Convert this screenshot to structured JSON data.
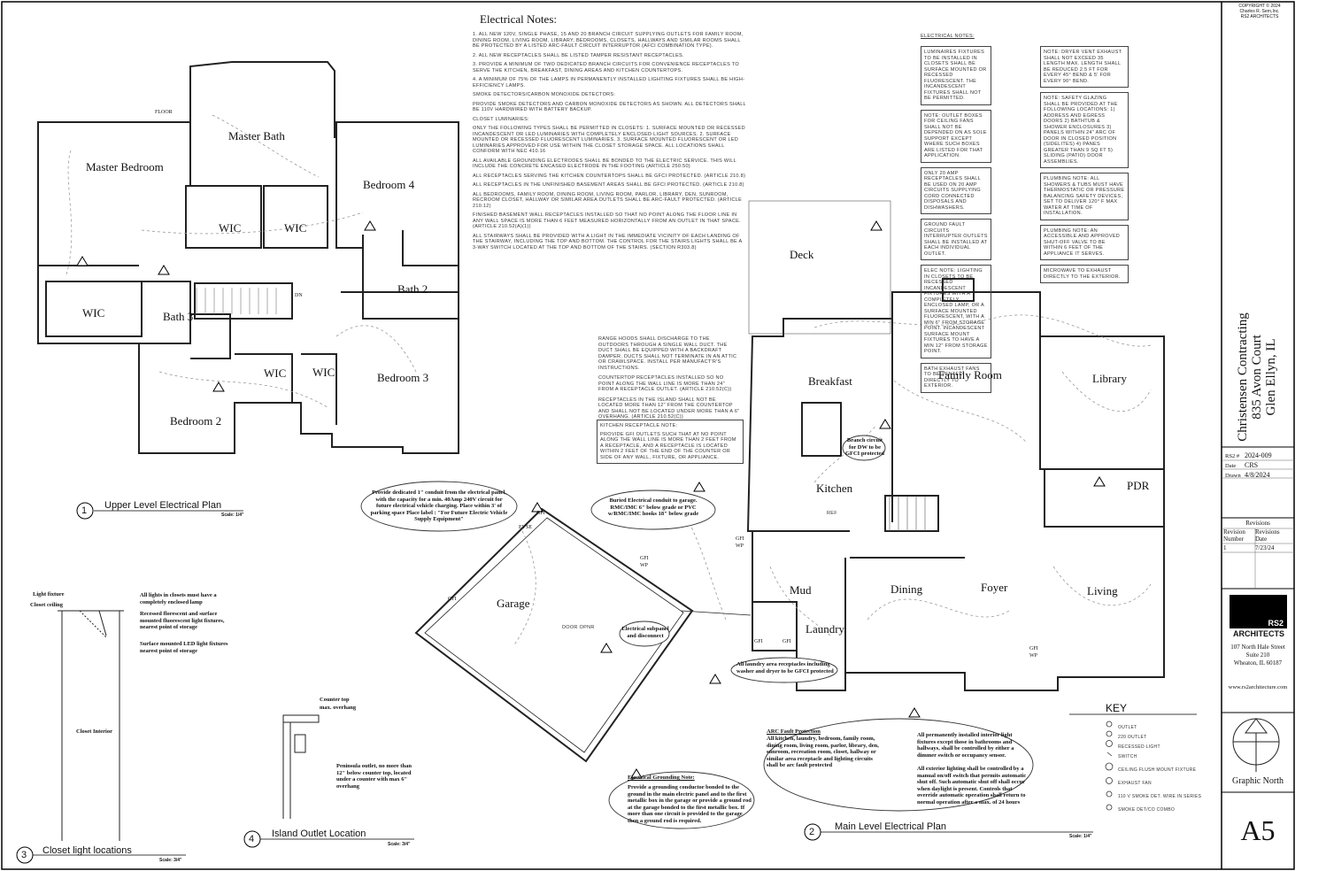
{
  "titleblock": {
    "copyright": [
      "COPYRIGHT © 2024",
      "Charles R. Sern,Inc.",
      "RS2 ARCHITECTS"
    ],
    "project_name": "Christensen Contracting",
    "address": "835 Avon Court",
    "city": "Glen Ellyn, IL",
    "job_label": "RS2 #",
    "job_no": "2024-009",
    "date_label": "Date",
    "date_val": "CRS",
    "drawn_label": "Drawn",
    "drawn_val": "4/8/2024",
    "revisions_title": "Revisions",
    "rev_col1": "Revision Number",
    "rev_col2": "Revisions Date",
    "rev_no": "1",
    "rev_date": "7/23/24",
    "logo_text": "RS2",
    "firm": "ARCHITECTS",
    "firm_addr": [
      "107 North Hale Street",
      "Suite 210",
      "Wheaton, IL 60187"
    ],
    "website": "www.rs2architecture.com",
    "north_label": "Graphic North",
    "sheet": "A5"
  },
  "upper_plan": {
    "rooms": [
      "Master Bath",
      "Master Bedroom",
      "Bedroom 4",
      "WIC",
      "WIC",
      "Bath 2",
      "WIC",
      "Bath 3",
      "WIC",
      "WIC",
      "Bedroom 3",
      "Bedroom 2"
    ],
    "title_no": "1",
    "title": "Upper Level Electrical Plan",
    "scale": "Scale: 1/4\"",
    "floor_label": "FLOOR",
    "dn": "DN"
  },
  "main_plan": {
    "rooms": [
      "Deck",
      "Breakfast",
      "Family Room",
      "Library",
      "Kitchen",
      "PDR",
      "Mud",
      "Dining",
      "Foyer",
      "Living",
      "Laundry",
      "Garage"
    ],
    "title_no": "2",
    "title": "Main Level Electrical Plan",
    "scale": "Scale: 1/4\""
  },
  "closet_detail": {
    "no": "3",
    "title": "Closet light locations",
    "scale": "Scale: 3/4\"",
    "labels": [
      "Light fixture",
      "Closet ceiling",
      "All lights in closets must have a completely enclosed lamp",
      "Recessed florescent and surface mounted fluorescent light fixtures, nearest point of storage",
      "Surface mounted LED light fixtures nearest point of storage",
      "Closet Interior"
    ]
  },
  "island_detail": {
    "no": "4",
    "title": "Island Outlet Location",
    "scale": "Scale: 3/4\"",
    "labels": [
      "Counter top",
      "max. overhang",
      "Peninsula outlet, no more than 12\" below counter top, located under a counter with max 6\" overhang"
    ]
  },
  "electrical_notes": {
    "title": "Electrical Notes:",
    "items": [
      "1. ALL NEW 120V, SINGLE PHASE, 15 AND 20 BRANCH CIRCUIT SUPPLYING OUTLETS FOR FAMILY ROOM, DINING ROOM, LIVING ROOM, LIBRARY, BEDROOMS, CLOSETS, HALLWAYS AND SIMILAR ROOMS SHALL BE PROTECTED BY A LISTED ARC-FAULT CIRCUIT INTERRUPTOR (AFCI COMBINATION TYPE).",
      "2. ALL NEW RECEPTACLES SHALL BE LISTED TAMPER RESISTANT RECEPTACLES.",
      "3. PROVIDE A MINIMUM OF TWO DEDICATED BRANCH CIRCUITS FOR CONVENIENCE RECEPTACLES TO SERVE THE KITCHEN, BREAKFAST, DINING AREAS AND KITCHEN COUNTERTOPS.",
      "4. A MINIMUM OF 75% OF THE LAMPS IN PERMANENTLY INSTALLED LIGHTING FIXTURES SHALL BE HIGH-EFFICIENCY LAMPS.",
      "SMOKE DETECTORS/CARBON MONOXIDE DETECTORS:",
      "PROVIDE SMOKE DETECTORS AND CARBON MONOXIDE DETECTORS AS SHOWN. ALL DETECTORS SHALL BE 110V HARDWIRED WITH BATTERY BACKUP.",
      "CLOSET LUMINARIES:",
      "ONLY THE FOLLOWING TYPES SHALL BE PERMITTED IN CLOSETS: 1. SURFACE MOUNTED OR RECESSED INCANDESCENT OR LED LUMINARIES WITH COMPLETELY ENCLOSED LIGHT SOURCES. 2. SURFACE MOUNTED OR RECESSED FLUORESCENT LUMINARIES. 3. SURFACE MOUNTED FLUORESCENT OR LED LUMINARIES APPROVED FOR USE WITHIN THE CLOSET STORAGE SPACE. ALL LOCATIONS SHALL CONFORM WITH NEC 410.16",
      "ALL AVAILABLE GROUNDING ELECTRODES SHALL BE BONDED TO THE ELECTRIC SERVICE. THIS WILL INCLUDE THE CONCRETE ENCASED ELECTRODE IN THE FOOTING (ARTICLE 250.50)",
      "ALL RECEPTACLES SERVING THE KITCHEN COUNTERTOPS SHALL BE GFCI PROTECTED. (ARTICLE 210.8)",
      "ALL RECEPTACLES IN THE UNFINISHED BASEMENT AREAS SHALL BE GFCI PROTECTED. (ARTICLE 210.8)",
      "ALL BEDROOMS, FAMILY ROOM, DINING ROOM, LIVING ROOM, PARLOR, LIBRARY, DEN, SUNROOM, RECROOM CLOSET, HALLWAY OR SIMILAR AREA OUTLETS SHALL BE ARC-FAULT PROTECTED. (ARTICLE 210.12)",
      "FINISHED BASEMENT WALL RECEPTACLES INSTALLED SO THAT NO POINT ALONG THE FLOOR LINE IN ANY WALL SPACE IS MORE THAN 6 FEET MEASURED HORIZONTALLY FROM AN OUTLET IN THAT SPACE. (ARTICLE 210.52(A)(1))",
      "ALL STAIRWAYS SHALL BE PROVIDED WITH A LIGHT IN THE IMMEDIATE VICINITY OF EACH LANDING OF THE STAIRWAY, INCLUDING THE TOP AND BOTTOM. THE CONTROL FOR THE STAIRS LIGHTS SHALL BE A 3-WAY SWITCH LOCATED AT THE TOP AND BOTTOM OF THE STAIRS. (SECTION R303.8)"
    ]
  },
  "range_notes": [
    "RANGE HOODS SHALL DISCHARGE TO THE OUTDOORS THROUGH A SINGLE WALL DUCT. THE DUCT SHALL BE EQUIPPED WITH A BACKDRAFT DAMPER. DUCTS SHALL NOT TERMINATE IN AN ATTIC OR CRAWLSPACE. INSTALL PER MANUFACT'R'S INSTRUCTIONS.",
    "COUNTERTOP RECEPTACLES INSTALLED SO NO POINT ALONG THE WALL LINE IS MORE THAN 24\" FROM A RECEPTACLE OUTLET. (ARTICLE 210.52(C))",
    "RECEPTACLES IN THE ISLAND SHALL NOT BE LOCATED MORE THAN 12\" FROM THE COUNTERTOP AND SHALL NOT BE LOCATED UNDER MORE THAN A 6\" OVERHANG. (ARTICLE 210.52(C))"
  ],
  "kitchen_note": {
    "title": "KITCHEN RECEPTACLE NOTE:",
    "body": "PROVIDE GFI OUTLETS SUCH THAT AT NO POINT ALONG THE WALL LINE IS MORE THAN 2 FEET FROM A RECEPTACLE, AND A RECEPTACLE IS LOCATED WITHIN 2 FEET OF THE END OF THE COUNTER OR SIDE OF ANY WALL, FIXTURE, OR APPLIANCE."
  },
  "right_notes": {
    "title": "ELECTRICAL NOTES:",
    "col1": [
      "LUMINAIRES FIXTURES TO BE INSTALLED IN CLOSETS SHALL BE SURFACE MOUNTED OR RECESSED FLUORESCENT. THE INCANDESCENT FIXTURES SHALL NOT BE PERMITTED.",
      "NOTE: OUTLET BOXES FOR CEILING FANS SHALL NOT BE DEPENDED ON AS SOLE SUPPORT EXCEPT WHERE SUCH BOXES ARE LISTED FOR THAT APPLICATION.",
      "ONLY 20 AMP RECEPTACLES SHALL BE USED ON 20 AMP CIRCUITS SUPPLYING CORD CONNECTED DISPOSALS AND DISHWASHERS.",
      "GROUND FAULT CIRCUITS INTERRUPTER OUTLETS SHALL BE INSTALLED AT EACH INDIVIDUAL OUTLET.",
      "ELEC NOTE: LIGHTING IN CLOSETS TO BE RECESSED INCANDESCENT FIXTURES WITH A COMPLETELY ENCLOSED LAMP, OR A SURFACE MOUNTED FLUORESCENT, WITH A MIN 6\" FROM STORAGE POINT. INCANDESCENT SURFACE MOUNT FIXTURES TO HAVE A MIN 12\" FROM STORAGE POINT.",
      "BATH EXHAUST FANS TO BE VENTED DIRECTLY TO EXTERIOR."
    ],
    "col2": [
      "NOTE: DRYER VENT EXHAUST SHALL NOT EXCEED 35 LENGTH MAX. LENGTH SHALL BE REDUCED 2.5 FT FOR EVERY 45° BEND & 5' FOR EVERY 90° BEND.",
      "NOTE: SAFETY GLAZING SHALL BE PROVIDED AT THE FOLLOWING LOCATIONS: 1) ADDRESS AND EGRESS DOORS 2) BATHTUB & SHOWER ENCLOSURES 3) PANELS WITHIN 24\" ARC OF DOOR IN CLOSED POSITION (SIDELITES) 4) PANES GREATER THAN 9 SQ FT 5) SLIDING (PATIO) DOOR ASSEMBLIES.",
      "PLUMBING NOTE: ALL SHOWERS & TUBS MUST HAVE THERMOSTATIC OR PRESSURE BALANCING SAFETY DEVICES, SET TO DELIVER 120° F MAX WATER AT TIME OF INSTALLATION.",
      "PLUMBING NOTE: AN ACCESSIBLE AND APPROVED SHUT-OFF VALVE TO BE WITHIN 6 FEET OF THE APPLIANCE IT SERVES.",
      "MICROWAVE TO EXHAUST DIRECTLY TO THE EXTERIOR."
    ]
  },
  "callouts": {
    "garage_circuit": "Provide dedicated 1\" conduit from the electrical panel, with the capacity for a min. 40Amp 240V circuit for future electrical vehicle charging. Place within 3' of parking space Place label : \"For Future Electric Vehicle Supply Equipment\"",
    "buried_conduit": "Buried Electrical conduit to garage. RMC/IMC 6\" below grade or PVC w/RMC/IMC hooks 18\" below grade",
    "subpanel": "Electrical subpanel and disconnect",
    "dw_branch": "Branch circuit for DW to be GFCI protected",
    "laundry": "All laundry area receptacles including washer and dryer to be GFCI protected",
    "arc_title": "ARC Fault Protection",
    "arc_body": "All kitchen, laundry, bedroom, family room, dining room, living room, parlor, library, den, sunroom, recreation room, closet, hallway or similar area receptacle and lighting circuits shall be arc fault protected",
    "arc_body2": "All permanently installed interior light fixtures except those in bathrooms and hallways, shall be controlled by either a dimmer switch or occupancy sensor.",
    "arc_body3": "All exterior lighting shall be controlled by a manual on/off switch that permits automatic shut off. Such automatic shut off shall occur when daylight is present. Controls that override automatic operation shall return to normal operation after a max. of 24 hours",
    "grounding_title": "Electrical Grounding Note:",
    "grounding_body": "Provide a grounding conductor bonded to the ground in the main electric panel and to the first metallic box in the garage or provide a ground rod at the garage bonded to the first metallic box. If more than one circuit is provided to the garage then a ground rod is required.",
    "evse": "EVSE",
    "gfi": "GFI",
    "door_opnr": "DOOR OPNR",
    "ref": "REF",
    "wp": "WP"
  },
  "key": {
    "title": "KEY",
    "items": [
      "OUTLET",
      "220 OUTLET",
      "RECESSED LIGHT",
      "SWITCH",
      "CEILING FLUSH MOUNT FIXTURE",
      "EXHAUST FAN",
      "110 V SMOKE DET. WIRE IN SERIES",
      "SMOKE DET/CO COMBO"
    ]
  }
}
